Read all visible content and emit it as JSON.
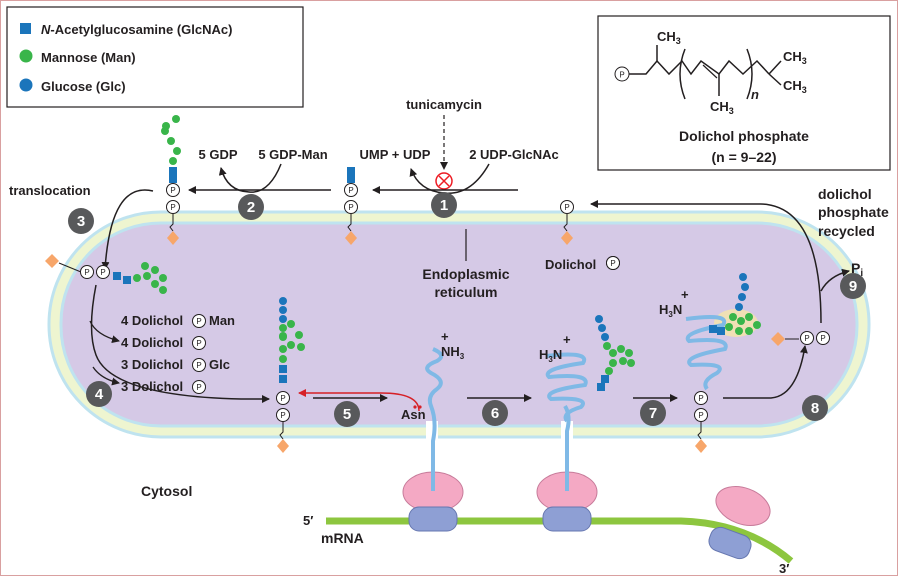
{
  "legend": {
    "items": [
      {
        "prefix": "N",
        "text": "-Acetylglucosamine (GlcNAc)",
        "shape": "square",
        "color": "#1b75bb"
      },
      {
        "prefix": "",
        "text": "Mannose (Man)",
        "shape": "circle",
        "color": "#39b54a"
      },
      {
        "prefix": "",
        "text": "Glucose (Glc)",
        "shape": "circle",
        "color": "#1b75bb"
      }
    ]
  },
  "structure": {
    "title": "Dolichol phosphate",
    "range": "(n = 9–22)",
    "ch3": "CH",
    "sub3": "3",
    "n": "n",
    "p": "P"
  },
  "labels": {
    "tunicamycin": "tunicamycin",
    "ump_udp": "UMP + UDP",
    "udp_glcnac": "2 UDP-GlcNAc",
    "gdp": "5 GDP",
    "gdp_man": "5 GDP-Man",
    "translocation": "translocation",
    "er_line1": "Endoplasmic",
    "er_line2": "reticulum",
    "dolichol": "Dolichol",
    "recycled_1": "dolichol",
    "recycled_2": "phosphate",
    "recycled_3": "recycled",
    "pi": "P",
    "pi_sub": "i",
    "dol_man": "4 Dolichol",
    "dol_man_suffix": "Man",
    "dol_4": "4 Dolichol",
    "dol_glc": "3 Dolichol",
    "dol_glc_suffix": "Glc",
    "dol_3": "3 Dolichol",
    "asn": "Asn",
    "nh3": "NH",
    "nh3_sub": "3",
    "h3n": "H",
    "h3n_sub": "3",
    "h3n_n": "N",
    "plus": "+",
    "cytosol": "Cytosol",
    "mrna": "mRNA",
    "five_prime": "5′",
    "three_prime": "3′",
    "p": "P"
  },
  "steps": [
    "1",
    "2",
    "3",
    "4",
    "5",
    "6",
    "7",
    "8",
    "9"
  ],
  "colors": {
    "er_fill": "#d5c9e6",
    "er_lumen_edge": "#eef5d0",
    "er_membrane": "#bfe3ef",
    "step_circle": "#58595b",
    "glcnac": "#1b75bb",
    "mannose": "#39b54a",
    "glucose": "#1b75bb",
    "dolichol_anchor": "#f7a66a",
    "mrna": "#8dc63f",
    "ribosome_large": "#f4a9c4",
    "ribosome_small": "#8e9fd4",
    "protein": "#7fb9e6",
    "inhibit": "#ed1c24",
    "arrow_red": "#d62027"
  }
}
